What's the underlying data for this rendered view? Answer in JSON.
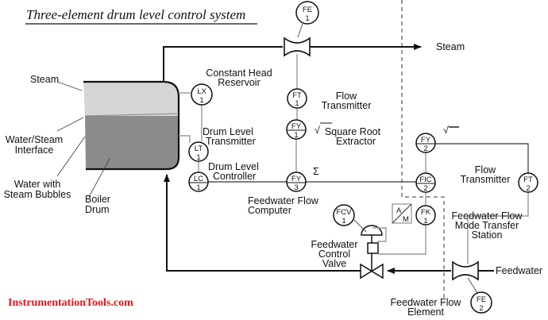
{
  "title": "Three-element drum level control system",
  "brand": "InstrumentationTools.com",
  "drum": {
    "colors": {
      "steam": "#d4d5d7",
      "water": "#8a8b8d"
    },
    "labels": {
      "steam": "Steam",
      "interface_line1": "Water/Steam",
      "interface_line2": "Interface",
      "bubbles_line1": "Water with",
      "bubbles_line2": "Steam Bubbles",
      "drum_line1": "Boiler",
      "drum_line2": "Drum"
    }
  },
  "streams": {
    "steam_out": "Steam",
    "feedwater_in": "Feedwater"
  },
  "instruments": {
    "FE1": {
      "tag": "FE",
      "loop": "1"
    },
    "FT1": {
      "tag": "FT",
      "loop": "1"
    },
    "FY1": {
      "tag": "FY",
      "loop": "1"
    },
    "FY3": {
      "tag": "FY",
      "loop": "3"
    },
    "LX1": {
      "tag": "LX",
      "loop": "1"
    },
    "LT1": {
      "tag": "LT",
      "loop": "1"
    },
    "LC1": {
      "tag": "LC",
      "loop": "1"
    },
    "FY2": {
      "tag": "FY",
      "loop": "2"
    },
    "FIC2": {
      "tag": "FIC",
      "loop": "2"
    },
    "FT2": {
      "tag": "FT",
      "loop": "2"
    },
    "FK1": {
      "tag": "FK",
      "loop": "1"
    },
    "FCV1": {
      "tag": "FCV",
      "loop": "1"
    },
    "FE2": {
      "tag": "FE",
      "loop": "2"
    }
  },
  "labels": {
    "constant_head_1": "Constant Head",
    "constant_head_2": "Reservoir",
    "flow_tx1_1": "Flow",
    "flow_tx1_2": "Transmitter",
    "sqrt_symbol": "√",
    "sqrt_1": "Square  Root",
    "sqrt_2": "Extractor",
    "drum_level_tx_1": "Drum Level",
    "drum_level_tx_2": "Transmitter",
    "drum_level_ctl_1": "Drum Level",
    "drum_level_ctl_2": "Controller",
    "sigma": "Σ",
    "fw_computer_1": "Feedwater Flow",
    "fw_computer_2": "Computer",
    "flow_tx2_1": "Flow",
    "flow_tx2_2": "Transmitter",
    "mode_station_1": "Feedwater Flow",
    "mode_station_2": "Mode Transfer",
    "mode_station_3": "Station",
    "valve_1": "Feedwater",
    "valve_2": "Control",
    "valve_3": "Valve",
    "fe2_1": "Feedwater Flow",
    "fe2_2": "Element",
    "am_a": "A",
    "am_m": "M"
  }
}
